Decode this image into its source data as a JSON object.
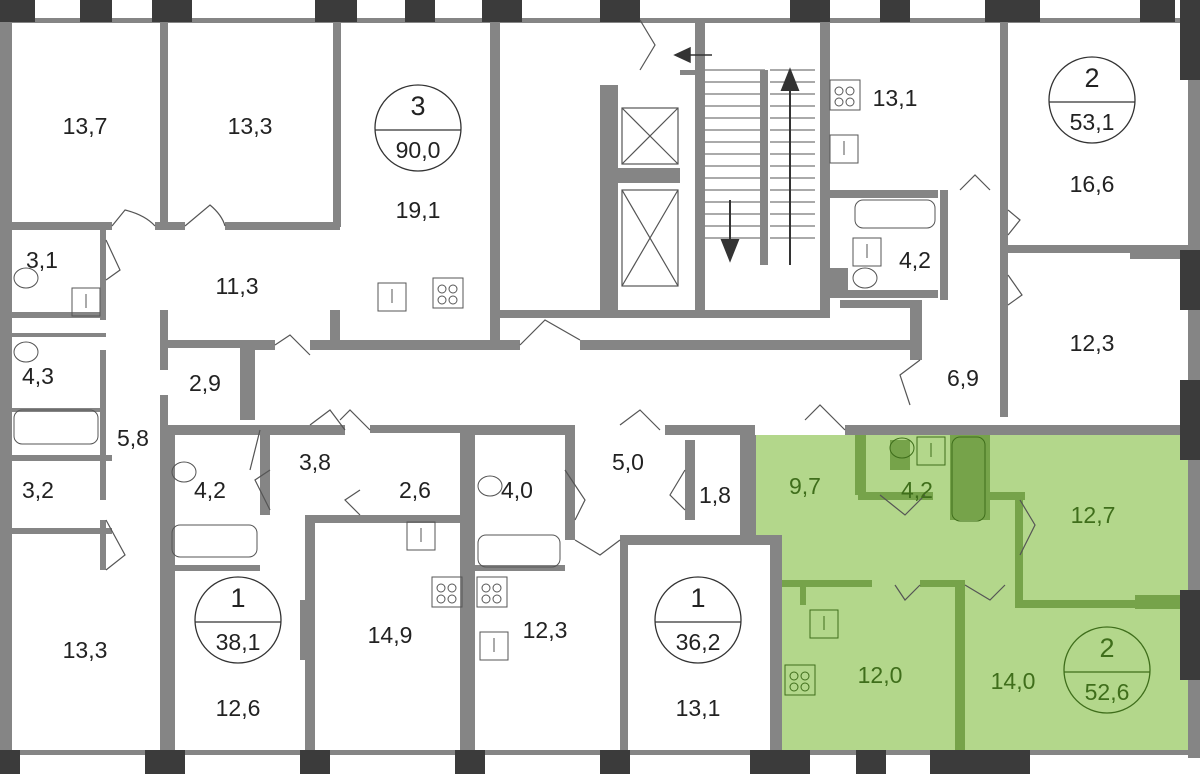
{
  "plan": {
    "colors": {
      "wall": "#858585",
      "window": "#3b3b3b",
      "highlight": "#b3d78b",
      "highlight_wall": "#76a34a",
      "highlight_text": "#3f6e1b"
    },
    "apartments": [
      {
        "rooms": "3",
        "area": "90,0"
      },
      {
        "rooms": "2",
        "area": "53,1"
      },
      {
        "rooms": "1",
        "area": "38,1"
      },
      {
        "rooms": "1",
        "area": "36,2"
      },
      {
        "rooms": "2",
        "area": "52,6",
        "highlighted": true
      }
    ],
    "room_areas": [
      "13,7",
      "13,3",
      "19,1",
      "3,1",
      "11,3",
      "4,3",
      "2,9",
      "5,8",
      "3,2",
      "4,2",
      "3,8",
      "2,6",
      "4,0",
      "5,0",
      "1,8",
      "13,3",
      "12,6",
      "14,9",
      "12,3",
      "13,1",
      "13,1",
      "16,6",
      "4,2",
      "12,3",
      "6,9"
    ],
    "highlighted_room_areas": [
      "9,7",
      "4,2",
      "12,7",
      "12,0",
      "14,0"
    ]
  }
}
